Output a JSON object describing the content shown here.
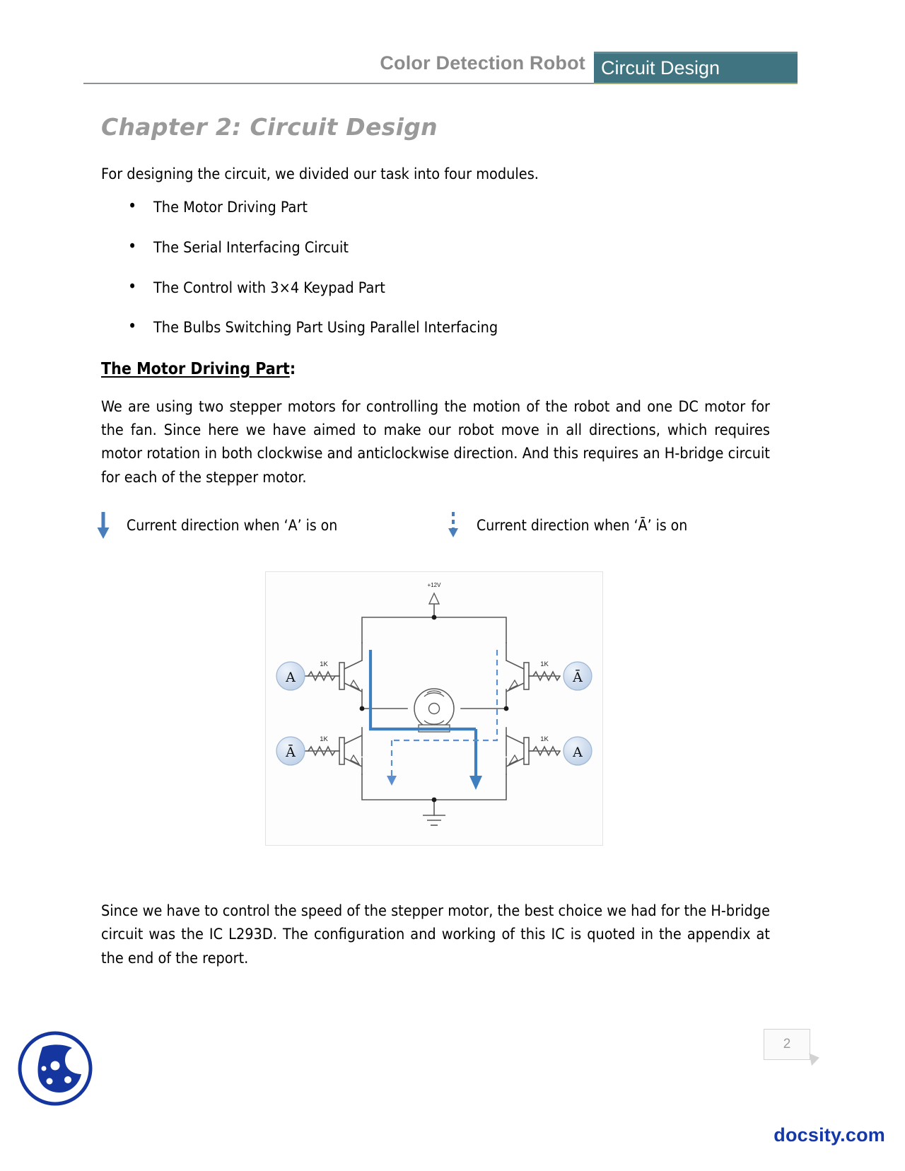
{
  "header": {
    "doc_title": "Color Detection Robot",
    "chapter_tab": "Circuit Design",
    "tab_bg": "#3f7480",
    "tab_top_border": "#5a8d97",
    "tab_underline": "#a8a86a",
    "rule_color": "#8f9295"
  },
  "chapter": {
    "title": "Chapter 2: Circuit Design",
    "intro": "For designing the circuit, we divided our task into four modules.",
    "modules": [
      "The Motor Driving Part",
      "The Serial Interfacing Circuit",
      "The Control with 3×4 Keypad Part",
      "The Bulbs Switching Part Using Parallel Interfacing"
    ]
  },
  "section": {
    "heading_underlined": "The Motor Driving Part",
    "heading_tail": ":",
    "paragraph": "We are using two stepper motors for controlling the motion of the robot and one DC motor for the fan. Since here we have aimed to make our robot move in all directions, which requires motor rotation in both clockwise and anticlockwise direction. And this requires an H-bridge circuit for each of the stepper motor.",
    "closing_paragraph": "Since we have to control the speed of the stepper motor, the best choice we had for the H-bridge circuit was the IC L293D. The configuration and working of this IC is quoted in the appendix at the end of the report."
  },
  "legend": {
    "accent_color": "#4a7ebb",
    "items": [
      {
        "label": "Current direction when ‘A’ is on",
        "arrow_style": "solid"
      },
      {
        "label": "Current direction when ‘Ā’ is on",
        "arrow_style": "dashed"
      }
    ]
  },
  "figure": {
    "supply_label": "+12V",
    "resistor_labels": [
      "1K",
      "1K",
      "1K",
      "1K"
    ],
    "terminal_labels": {
      "top_left": "A",
      "top_right": "Ā",
      "bottom_left": "Ā",
      "bottom_right": "A"
    },
    "accent_color": "#3f7fc0",
    "wire_color": "#595959",
    "node_color": "#1a1a1a",
    "terminal_fill": "#cfdcee",
    "terminal_stroke": "#8aa3c4"
  },
  "footer": {
    "page_number": "2",
    "brand": "docsity.com",
    "brand_color": "#1438a8",
    "logo_color": "#15369f"
  }
}
